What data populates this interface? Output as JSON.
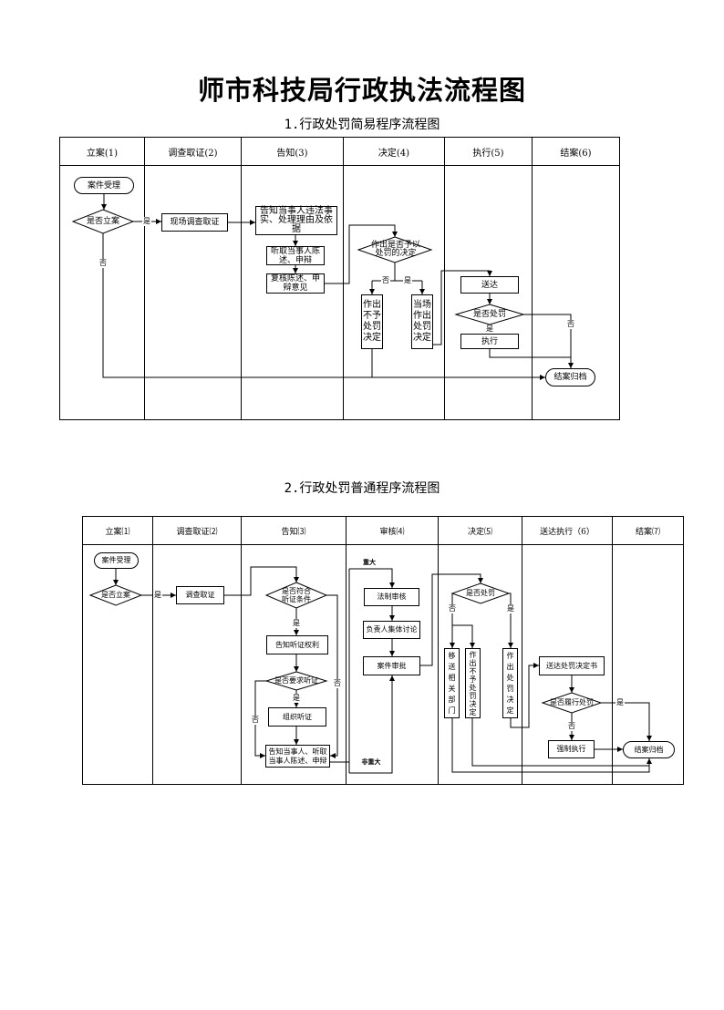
{
  "title": "师市科技局行政执法流程图",
  "simple": {
    "heading": "1.行政处罚简易程序流程图",
    "columns": [
      "立案(1)",
      "调查取证(2)",
      "告知(3)",
      "决定(4)",
      "执行(5)",
      "结案(6)"
    ],
    "nodes": {
      "accept": "案件受理",
      "file_case": "是否立案",
      "investigate": "现场调查取证",
      "inform": "告知当事人违法事实、处理理由及依据",
      "hear": "听取当事人陈述、申辩",
      "review": "复核陈述、申辩意见",
      "decide": "作出是否予以处罚的决定",
      "no_penalty": "作出不予处罚决定",
      "on_site_penalty": "当场作出处罚决定",
      "deliver": "送达",
      "penalize": "是否处罚",
      "execute": "执行",
      "close": "结案归档"
    },
    "labels": {
      "yes": "是",
      "no": "否"
    }
  },
  "general": {
    "heading": "2.行政处罚普通程序流程图",
    "columns": [
      "立案⑴",
      "调查取证⑵",
      "告知⑶",
      "审核⑷",
      "决定⑸",
      "送达执行（6）",
      "结案⑺"
    ],
    "nodes": {
      "accept": "案件受理",
      "file_case": "是否立案",
      "investigate": "调查取证",
      "hearing_condition": "是否符合听证条件",
      "inform_hearing_right": "告知听证权利",
      "request_hearing": "是否要求听证",
      "organize_hearing": "组织听证",
      "inform_party": "告知当事人、听取当事人陈述、申辩",
      "legal_review": "法制审核",
      "collective_discussion": "负责人集体讨论",
      "case_approval": "案件审批",
      "penalize": "是否处罚",
      "transfer": "移送相关部门",
      "no_penalty": "作出不予处罚决定",
      "penalty": "作出处罚决定",
      "deliver": "送达处罚决定书",
      "comply": "是否履行处罚",
      "enforce": "强制执行",
      "close": "结案归档"
    },
    "labels": {
      "yes": "是",
      "no": "否",
      "major": "重大",
      "non_major": "非重大"
    }
  }
}
